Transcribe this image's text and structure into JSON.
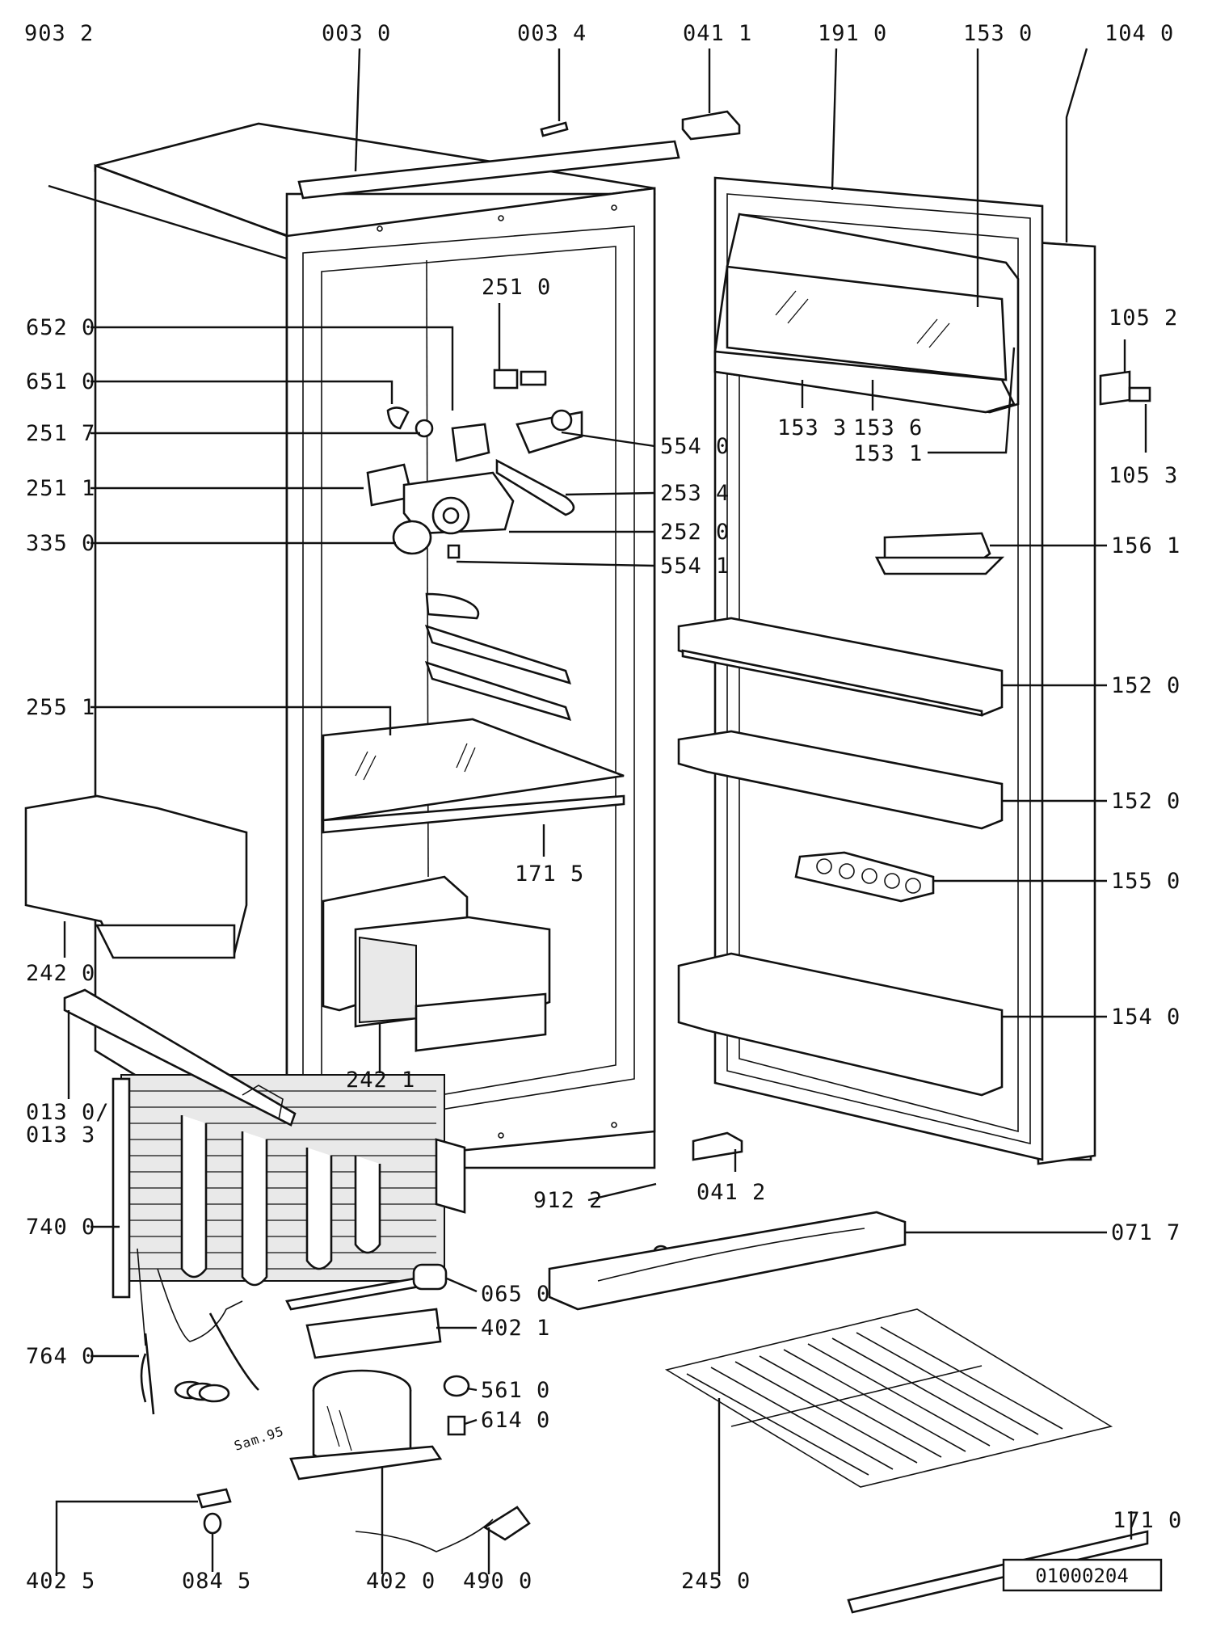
{
  "diagram_id": "01000204",
  "annotation": "Sam.95",
  "labels": {
    "l9032": "903 2",
    "l0030": "003 0",
    "l0034": "003 4",
    "l0411": "041 1",
    "l1910": "191 0",
    "l1530": "153 0",
    "l1040": "104 0",
    "l6520": "652 0",
    "l6510": "651 0",
    "l2517": "251 7",
    "l2511": "251 1",
    "l3350": "335 0",
    "l2510": "251 0",
    "l5540": "554 0",
    "l2534": "253 4",
    "l2520": "252 0",
    "l5541": "554 1",
    "l1533": "153 3",
    "l1536": "153 6",
    "l1531": "153 1",
    "l1052": "105 2",
    "l1053": "105 3",
    "l1561": "156 1",
    "l1520a": "152 0",
    "l1520b": "152 0",
    "l1550": "155 0",
    "l1540": "154 0",
    "l2551": "255 1",
    "l1715": "171 5",
    "l2420": "242 0",
    "l2421": "242 1",
    "l0130": "013 0/",
    "l0133": "013 3",
    "l7400": "740 0",
    "l7640": "764 0",
    "l0650": "065 0",
    "l4021": "402 1",
    "l5610": "561 0",
    "l6140": "614 0",
    "l9122": "912 2",
    "l0412": "041 2",
    "l0717": "071 7",
    "l4025": "402 5",
    "l0845": "084 5",
    "l4020": "402 0",
    "l4900": "490 0",
    "l2450": "245 0",
    "l1710": "171 0"
  }
}
